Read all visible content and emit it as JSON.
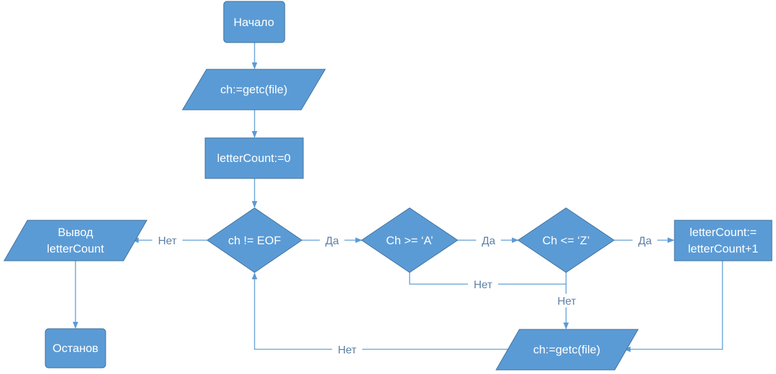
{
  "nodes": {
    "start": "Начало",
    "read_first": "ch:=getc(file)",
    "init_count": "letterCount:=0",
    "check_eof": "ch != EOF",
    "output_line1": "Вывод",
    "output_line2": "letterCount",
    "stop": "Останов",
    "check_ge_a": "Ch >= ‘A’",
    "check_le_z": "Ch <= ‘Z’",
    "increment_line1": "letterCount:=",
    "increment_line2": "letterCount+1",
    "read_next": "ch:=getc(file)"
  },
  "edges": {
    "eof_no": "Нет",
    "eof_yes": "Да",
    "ge_a_yes": "Да",
    "le_z_yes": "Да",
    "ge_a_no": "Нет",
    "le_z_no": "Нет",
    "loop_back": "Нет"
  },
  "colors": {
    "shape_fill": "#5b9bd5",
    "shape_text": "#ffffff",
    "connector": "#5b9bd5"
  }
}
